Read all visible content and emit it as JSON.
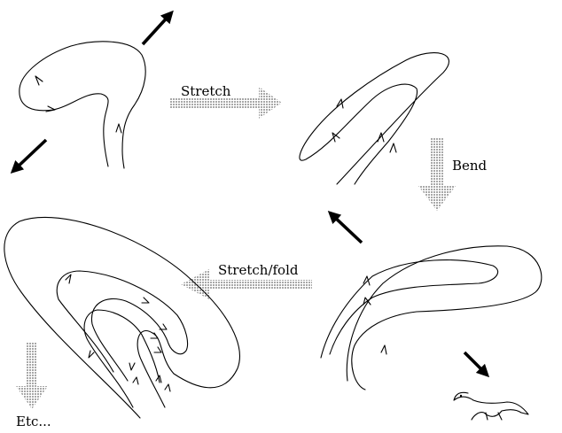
{
  "labels": {
    "stretch": "Stretch",
    "bend": "Bend",
    "stretch_fold": "Stretch/fold",
    "etc": "Etc..."
  },
  "colors": {
    "curve": "#000000",
    "process_arrow": "#c9c9c9",
    "force_arrow": "#000000"
  },
  "icons": {
    "creature": "little-dinosaur-icon"
  }
}
